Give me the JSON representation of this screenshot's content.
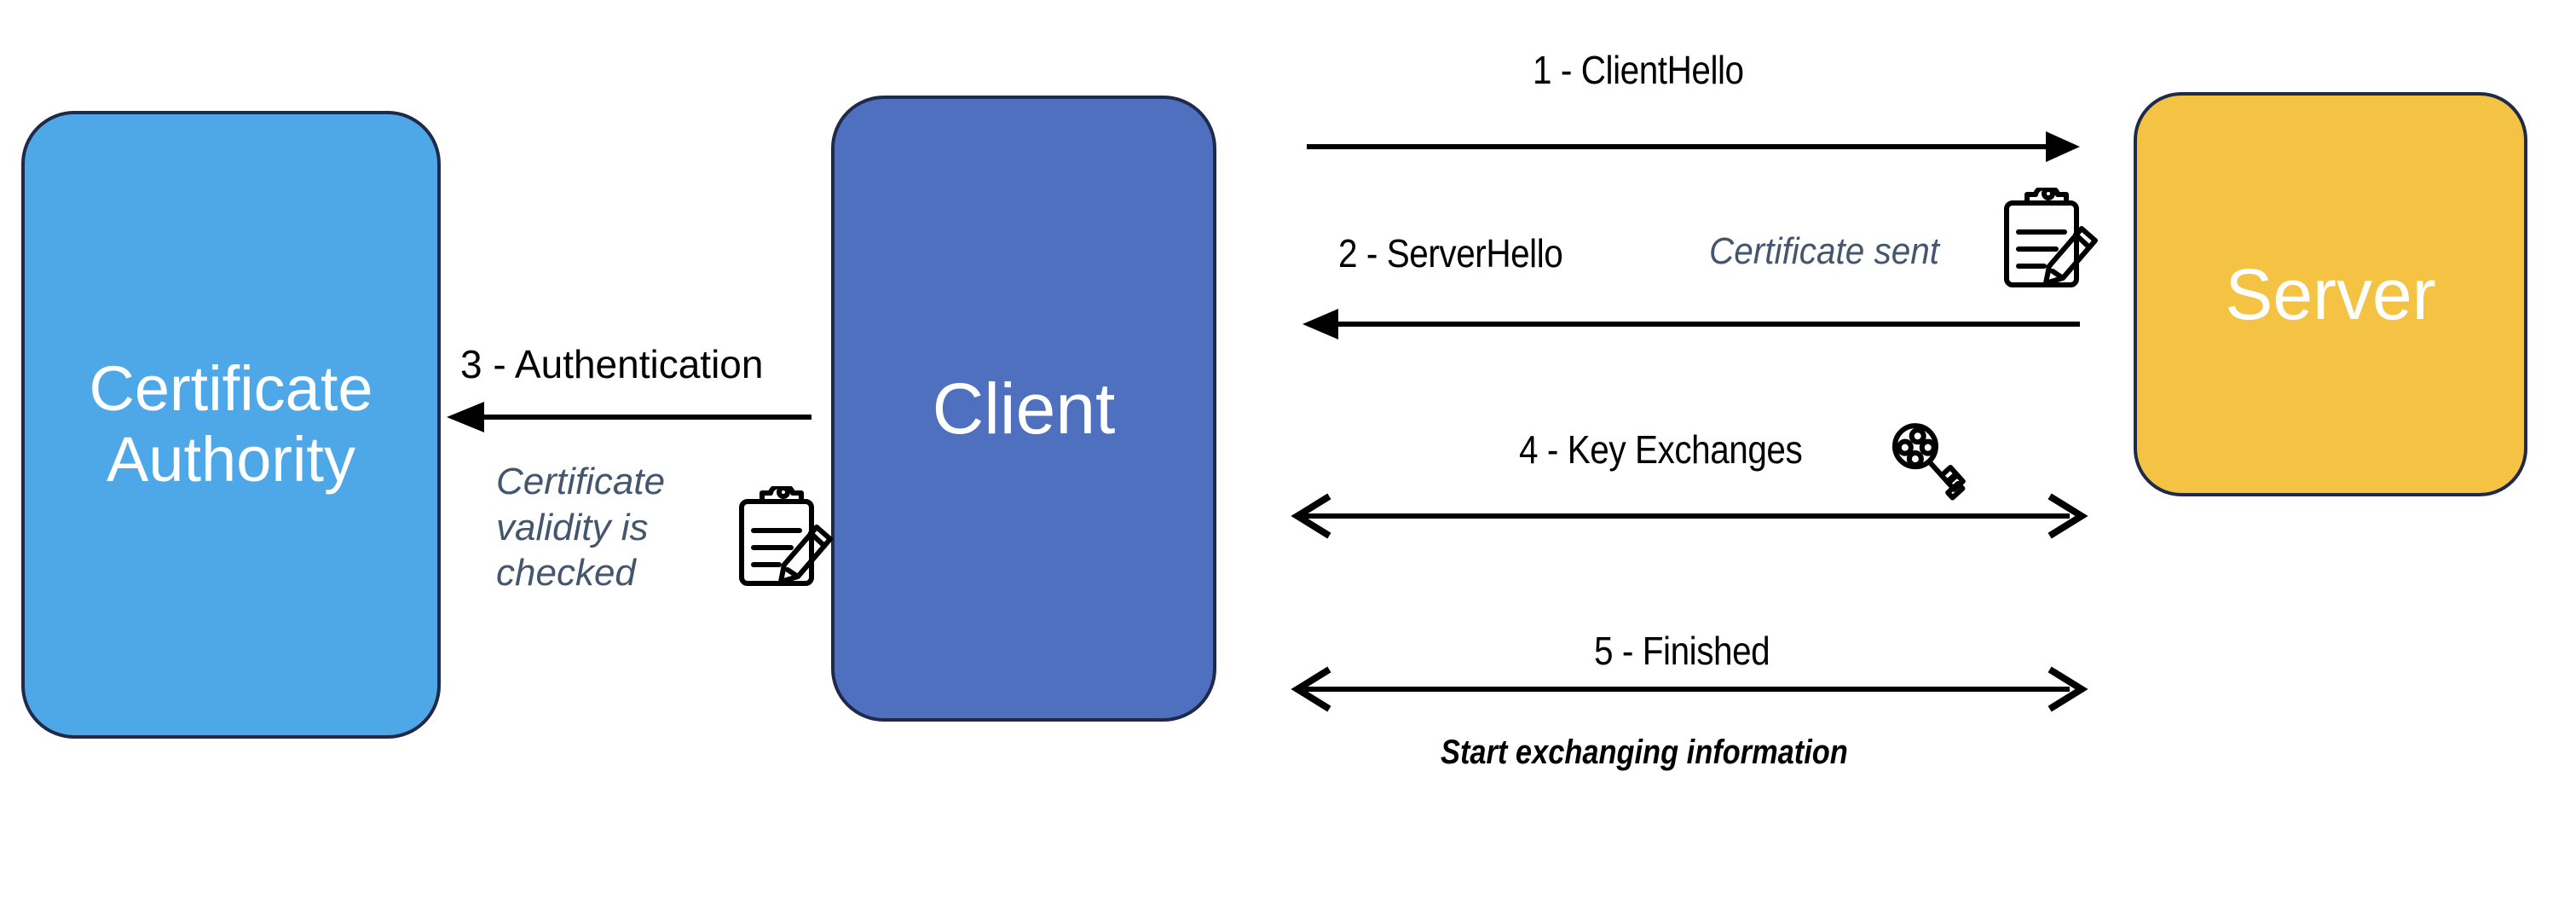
{
  "diagram": {
    "title": "TLS handshake between Client, Server and Certificate Authority",
    "background": "#ffffff"
  },
  "nodes": [
    {
      "id": "ca",
      "label": "Certificate\nAuthority",
      "line1": "Certificate",
      "line2": "Authority",
      "fill": "#4EA8E8",
      "border": "#1F2A4A",
      "text_color": "#ffffff"
    },
    {
      "id": "client",
      "label": "Client",
      "fill": "#4E70BE",
      "border": "#1F2A4A",
      "text_color": "#ffffff"
    },
    {
      "id": "server",
      "label": "Server",
      "fill": "#F5C344",
      "border": "#1F2A4A",
      "text_color": "#ffffff"
    }
  ],
  "messages": [
    {
      "step": "1",
      "label": "1 - ClientHello",
      "from": "client",
      "to": "server",
      "direction": "right",
      "arrowhead": "solid"
    },
    {
      "step": "2",
      "label": "2 - ServerHello",
      "from": "server",
      "to": "client",
      "direction": "left",
      "arrowhead": "solid"
    },
    {
      "step": "3",
      "label": "3 - Authentication",
      "from": "client",
      "to": "ca",
      "direction": "left",
      "arrowhead": "solid"
    },
    {
      "step": "4",
      "label": "4 - Key Exchanges",
      "from": "client",
      "to": "server",
      "direction": "both",
      "arrowhead": "open"
    },
    {
      "step": "5",
      "label": "5 - Finished",
      "from": "client",
      "to": "server",
      "direction": "both",
      "arrowhead": "open"
    }
  ],
  "annotations": {
    "certificate_sent": {
      "text": "Certificate sent",
      "color": "#44556E",
      "style": "italic"
    },
    "certificate_validity": {
      "text": "Certificate validity is checked",
      "line1": "Certificate",
      "line2": "validity is",
      "line3": "checked",
      "color": "#44556E",
      "style": "italic"
    },
    "start_exchanging": {
      "text": "Start exchanging information",
      "color": "#000000",
      "style": "bold-italic"
    }
  },
  "icons": [
    {
      "name": "clipboard-pencil-icon",
      "near": "certificate-sent-note",
      "color": "#000000"
    },
    {
      "name": "clipboard-pencil-icon",
      "near": "certificate-validity-note",
      "color": "#000000"
    },
    {
      "name": "key-icon",
      "near": "key-exchanges-label",
      "color": "#000000"
    }
  ]
}
